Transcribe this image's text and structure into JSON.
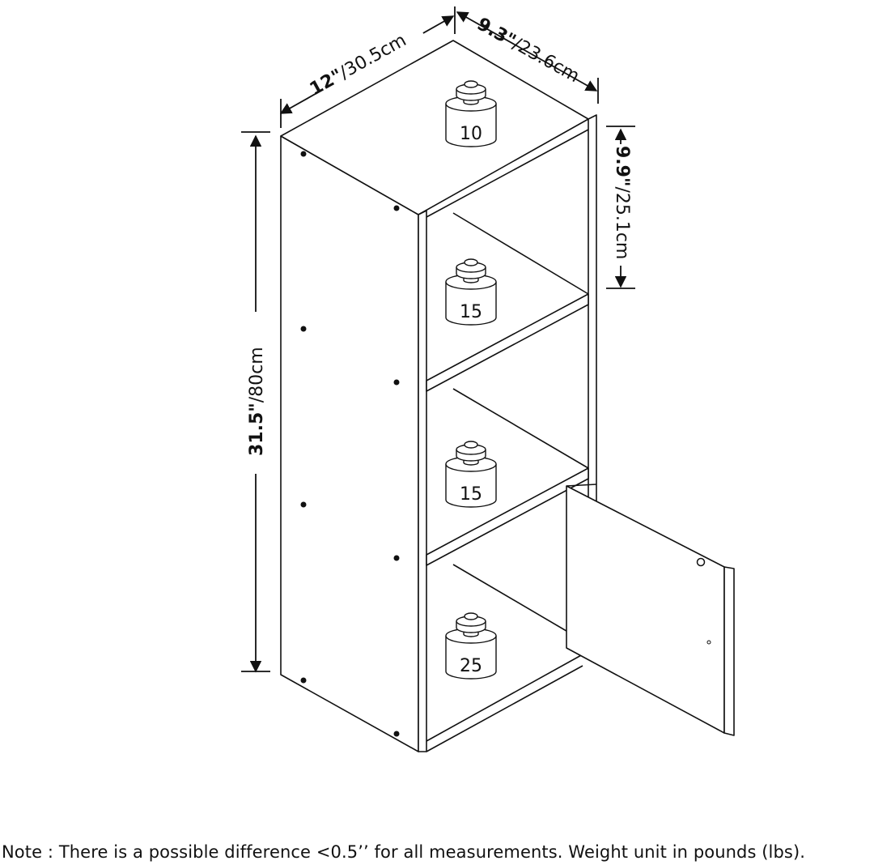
{
  "dimensions": {
    "depth": {
      "bold": "12\"",
      "metric": "/30.5cm"
    },
    "width": {
      "bold": "9.3\"",
      "metric": "/23.6cm"
    },
    "height": {
      "bold": "31.5\"",
      "metric": "/80cm"
    },
    "shelf_gap": {
      "bold": "9.9\"",
      "metric": "/25.1cm"
    }
  },
  "weights": [
    "10",
    "15",
    "15",
    "25"
  ],
  "note": "Note : There is a possible difference <0.5’’ for all measurements. Weight unit in pounds (lbs)."
}
